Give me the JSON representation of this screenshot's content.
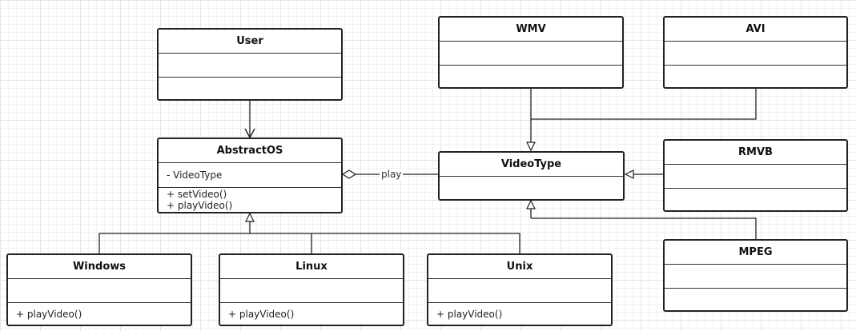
{
  "classes": {
    "user": {
      "name": "User",
      "attributes": [],
      "operations": []
    },
    "abstract_os": {
      "name": "AbstractOS",
      "attributes": [
        "- VideoType"
      ],
      "operations": [
        "+ setVideo()",
        "+ playVideo()"
      ]
    },
    "windows": {
      "name": "Windows",
      "attributes": [],
      "operations": [
        "+ playVideo()"
      ]
    },
    "linux": {
      "name": "Linux",
      "attributes": [],
      "operations": [
        "+ playVideo()"
      ]
    },
    "unix": {
      "name": "Unix",
      "attributes": [],
      "operations": [
        "+ playVideo()"
      ]
    },
    "video_type": {
      "name": "VideoType",
      "attributes": [],
      "operations": []
    },
    "wmv": {
      "name": "WMV",
      "attributes": [],
      "operations": []
    },
    "avi": {
      "name": "AVI",
      "attributes": [],
      "operations": []
    },
    "rmvb": {
      "name": "RMVB",
      "attributes": [],
      "operations": []
    },
    "mpeg": {
      "name": "MPEG",
      "attributes": [],
      "operations": []
    }
  },
  "relations": {
    "aggregation_label": "play"
  }
}
